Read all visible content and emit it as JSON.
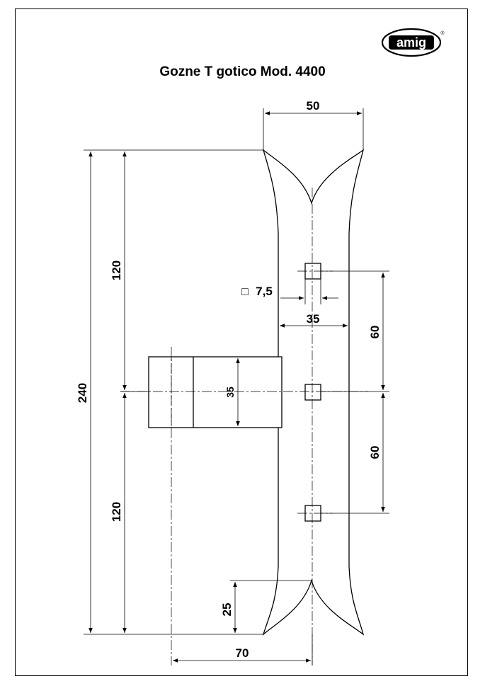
{
  "title": "Gozne T gotico Mod. 4400",
  "logo": {
    "text": "amig",
    "registered": "®"
  },
  "dimensions": {
    "top_width": "50",
    "total_height": "240",
    "upper_half": "120",
    "lower_half": "120",
    "square_hole_symbol": "□",
    "square_hole": "7,5",
    "strap_width": "35",
    "hole_spacing_top": "60",
    "hole_spacing_bottom": "60",
    "knuckle_height": "35",
    "tip_depth": "25",
    "offset": "70"
  }
}
